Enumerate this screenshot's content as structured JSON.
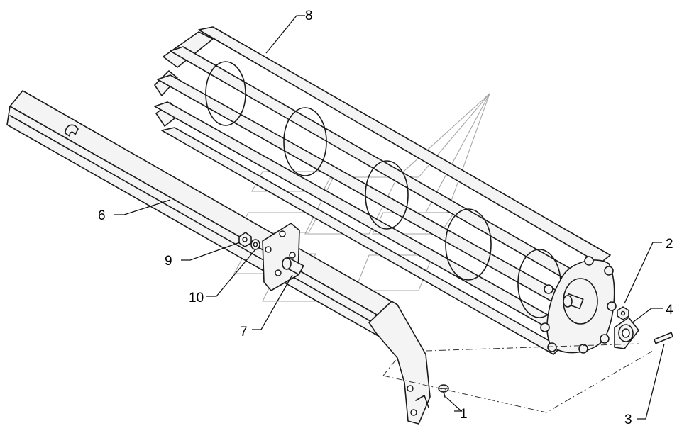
{
  "diagram": {
    "callouts": [
      {
        "id": "c1",
        "label": "1"
      },
      {
        "id": "c2",
        "label": "2"
      },
      {
        "id": "c3",
        "label": "3"
      },
      {
        "id": "c4",
        "label": "4"
      },
      {
        "id": "c6",
        "label": "6"
      },
      {
        "id": "c7",
        "label": "7"
      },
      {
        "id": "c8",
        "label": "8"
      },
      {
        "id": "c9",
        "label": "9"
      },
      {
        "id": "c10",
        "label": "10"
      }
    ],
    "colors": {
      "line": "#1a1a1a",
      "watermark": "#8a8a8a",
      "background": "#ffffff"
    }
  }
}
